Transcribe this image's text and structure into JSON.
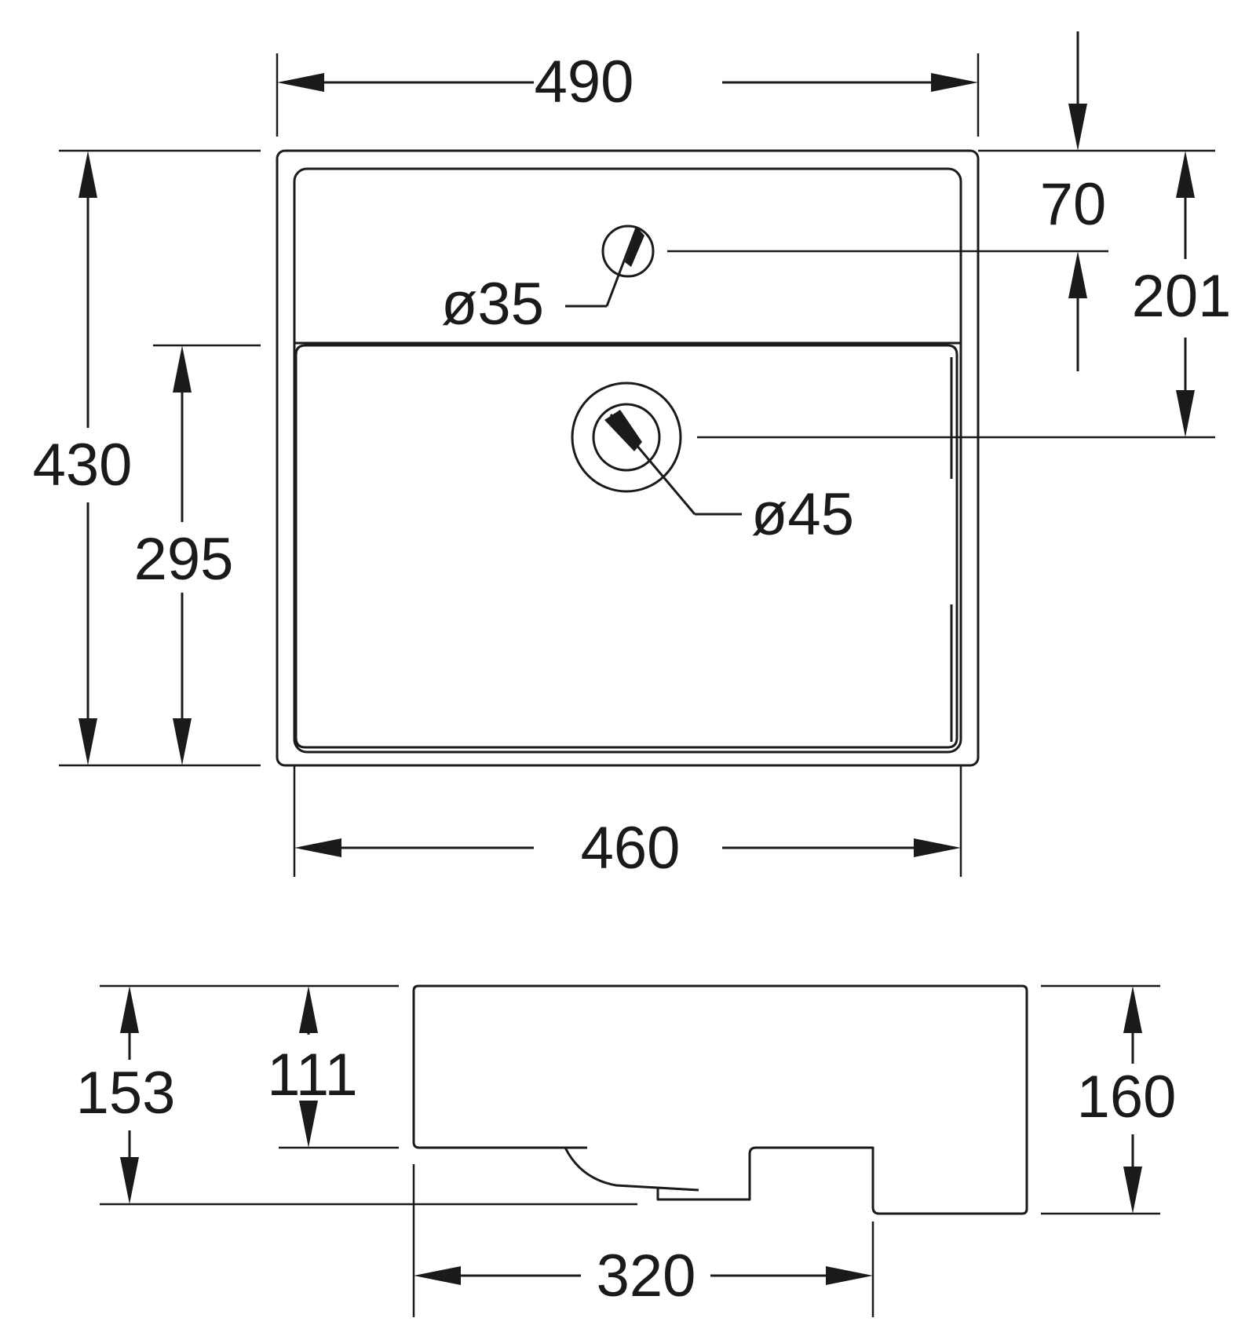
{
  "top_view": {
    "width_outer": "490",
    "width_inner": "460",
    "depth_total": "430",
    "depth_bowl": "295",
    "tap_hole_offset": "70",
    "drain_offset": "201",
    "tap_hole_diameter": "ø35",
    "drain_diameter": "ø45"
  },
  "side_view": {
    "height_overall": "160",
    "height_rim": "153",
    "height_basin_edge": "111",
    "length_base": "320"
  }
}
